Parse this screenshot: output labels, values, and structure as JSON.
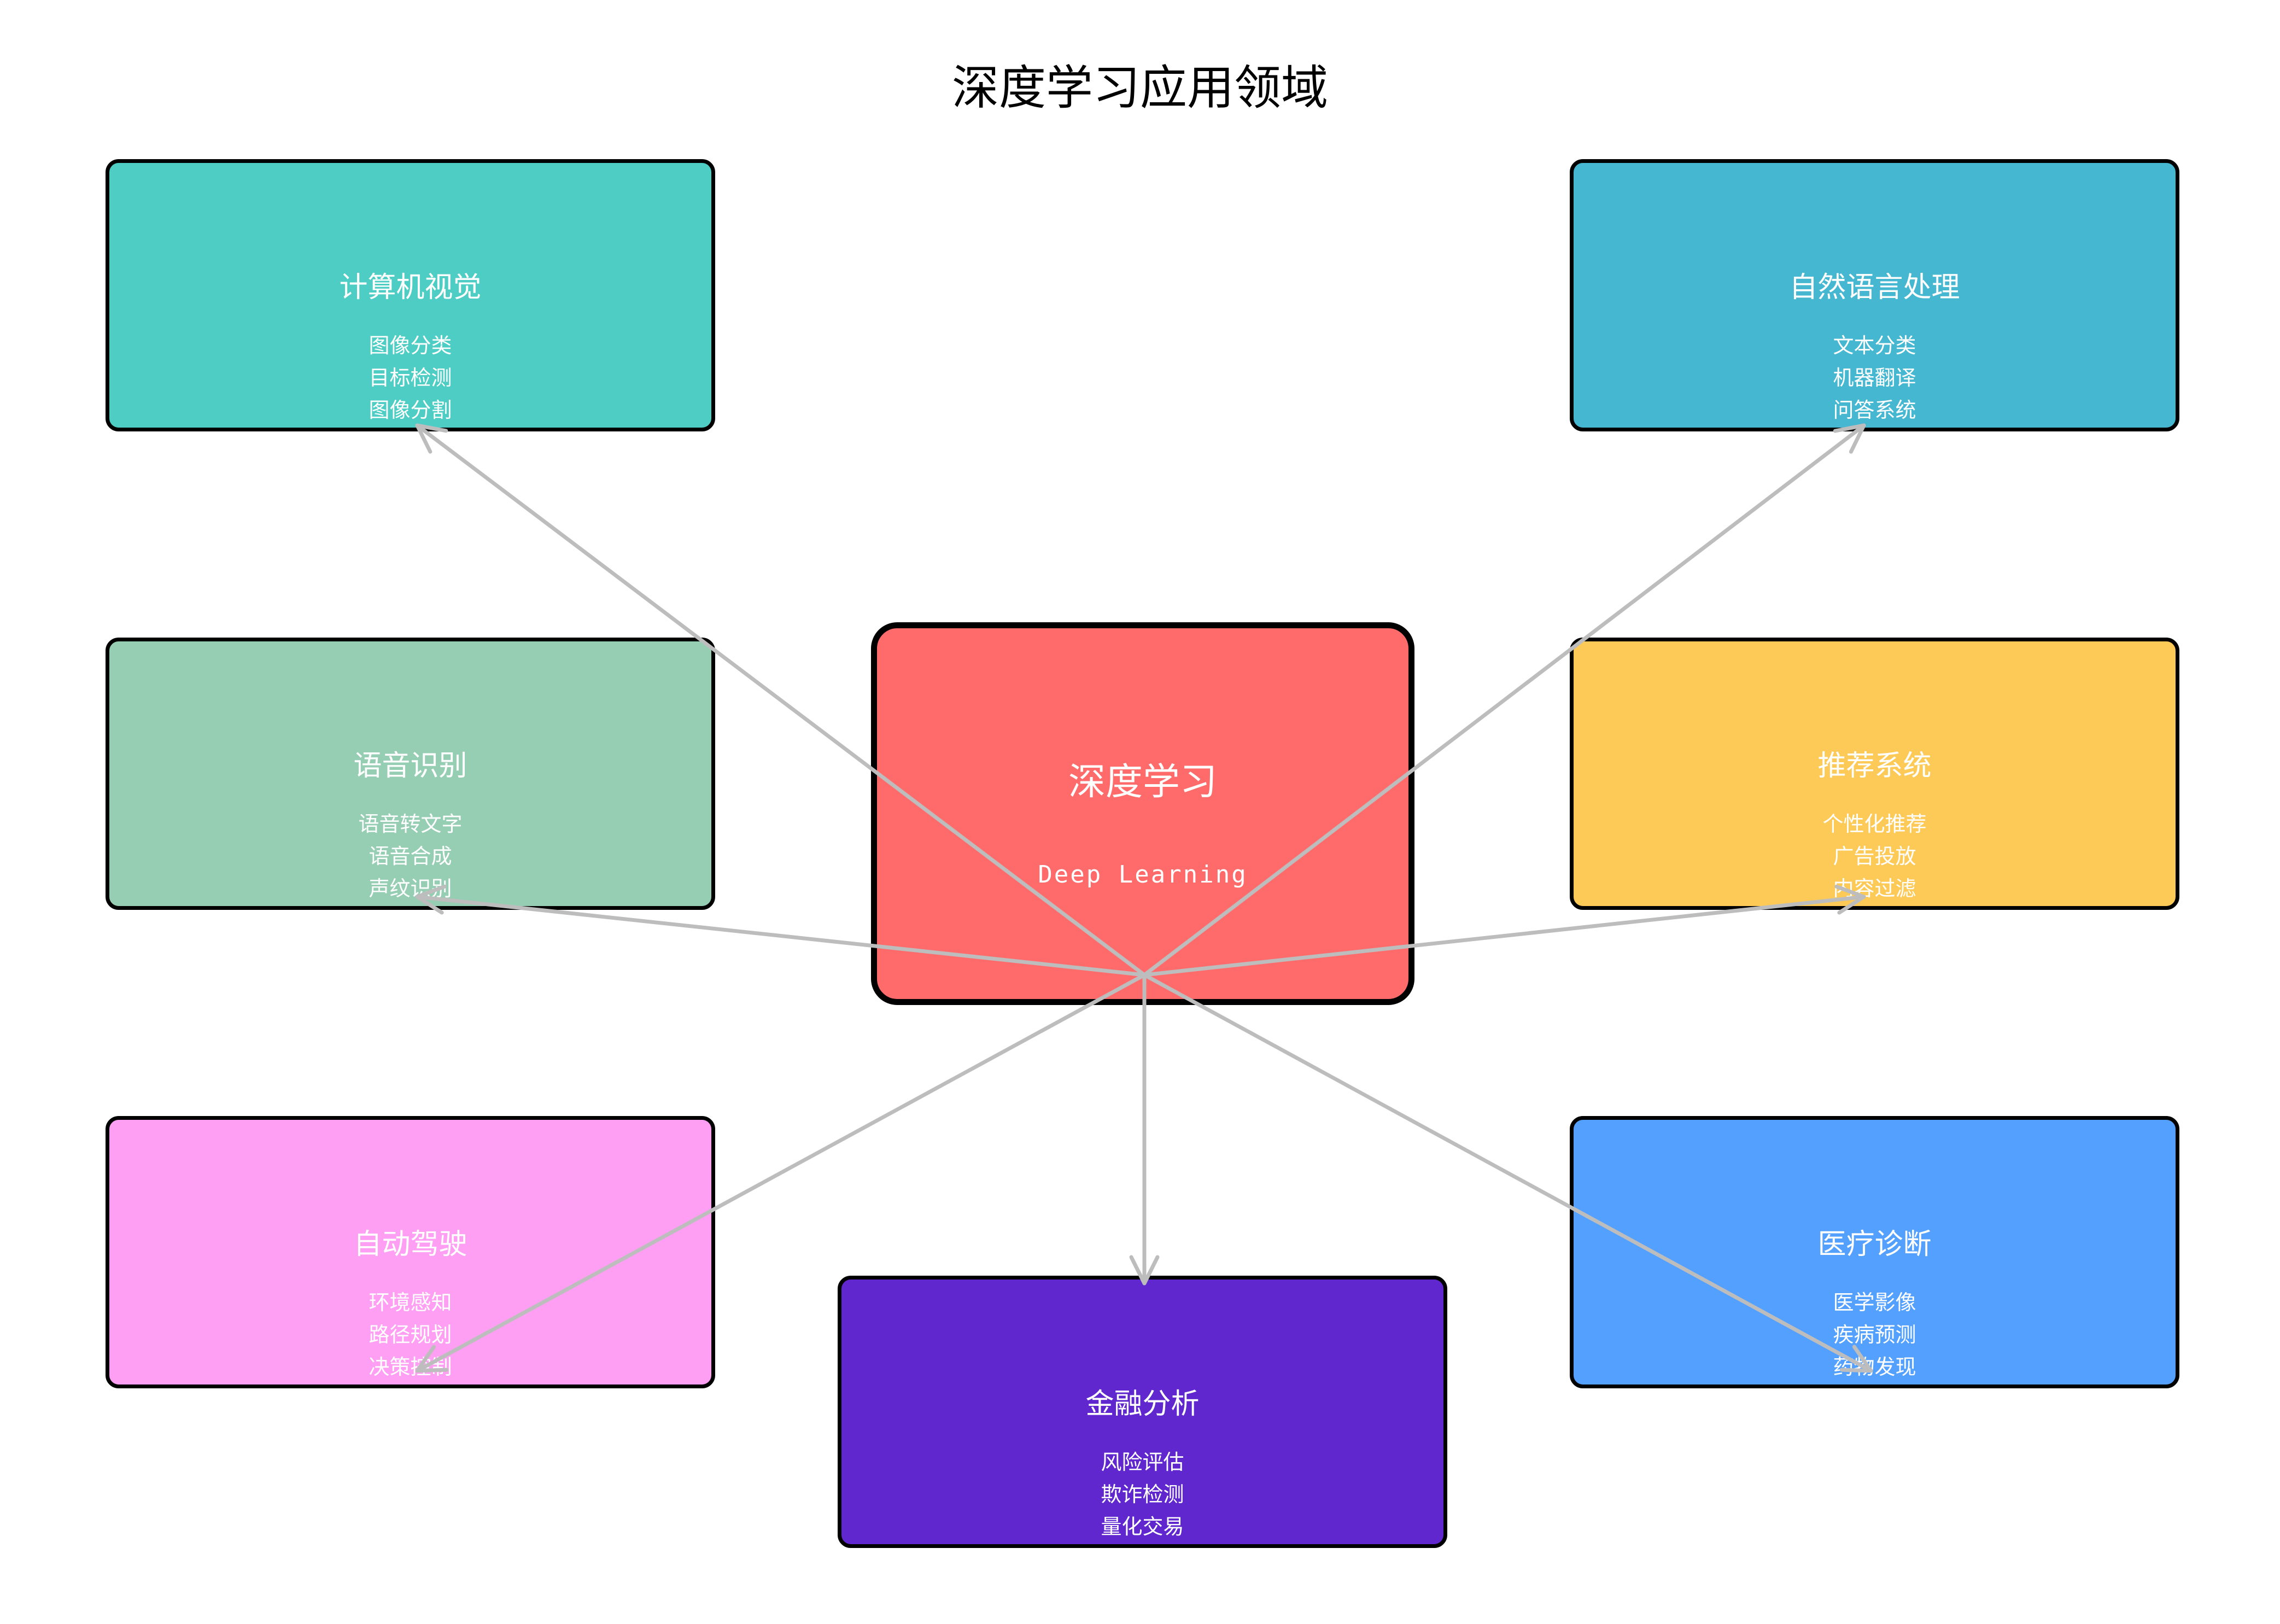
{
  "title": "深度学习应用领域",
  "center": {
    "title": "深度学习",
    "subtitle": "Deep Learning",
    "color": "#ff6b6b"
  },
  "edge_color": "#bdbdbd",
  "nodes": [
    {
      "title": "计算机视觉",
      "items": [
        "图像分类",
        "目标检测",
        "图像分割"
      ],
      "color": "#4ecdc4"
    },
    {
      "title": "自然语言处理",
      "items": [
        "文本分类",
        "机器翻译",
        "问答系统"
      ],
      "color": "#45b7d1"
    },
    {
      "title": "语音识别",
      "items": [
        "语音转文字",
        "语音合成",
        "声纹识别"
      ],
      "color": "#96ceb4"
    },
    {
      "title": "推荐系统",
      "items": [
        "个性化推荐",
        "广告投放",
        "内容过滤"
      ],
      "color": "#feca57"
    },
    {
      "title": "自动驾驶",
      "items": [
        "环境感知",
        "路径规划",
        "决策控制"
      ],
      "color": "#ff9ff3"
    },
    {
      "title": "金融分析",
      "items": [
        "风险评估",
        "欺诈检测",
        "量化交易"
      ],
      "color": "#5f27cd"
    },
    {
      "title": "医疗诊断",
      "items": [
        "医学影像",
        "疾病预测",
        "药物发现"
      ],
      "color": "#54a0ff"
    }
  ]
}
